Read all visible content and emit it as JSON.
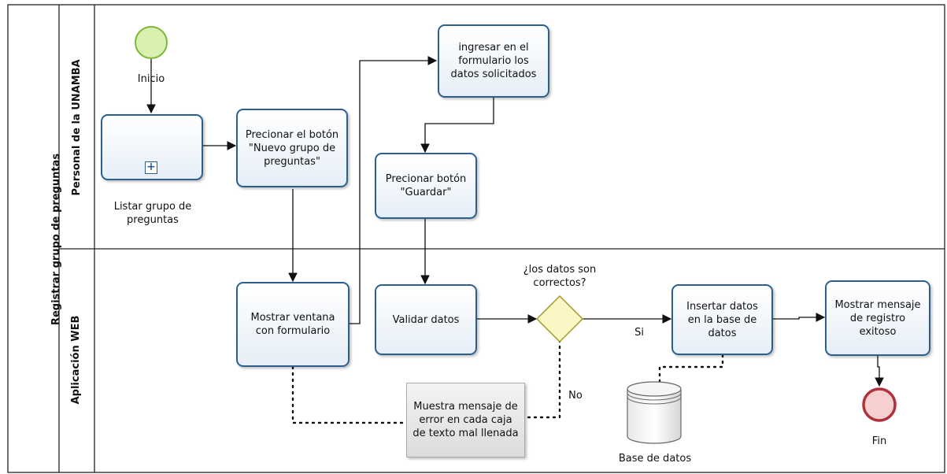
{
  "pool": {
    "label": "Registrar grupo de preguntas"
  },
  "lanes": [
    {
      "label": "Personal de la UNAMBA"
    },
    {
      "label": "Aplicación WEB"
    }
  ],
  "start_event": {
    "label": "Inicio"
  },
  "end_event": {
    "label": "Fin"
  },
  "tasks": {
    "listar": "Listar grupo de preguntas",
    "precionar_nuevo": "Precionar el botón  \"Nuevo grupo de preguntas\"",
    "ingresar": "ingresar en el formulario los datos solicitados",
    "precionar_guardar": "Precionar botón \"Guardar\"",
    "mostrar_ventana": "Mostrar ventana con formulario",
    "validar": "Validar datos",
    "insertar": "Insertar datos en la base de datos",
    "mostrar_mensaje": "Mostrar mensaje de registro exitoso"
  },
  "gateway": {
    "label": "¿los datos son correctos?"
  },
  "flow_labels": {
    "yes": "Si",
    "no": "No"
  },
  "annotation": {
    "text": "Muestra mensaje de error en cada caja de texto mal llenada"
  },
  "datastore": {
    "label": "Base de datos"
  },
  "colors": {
    "task_border": "#2c5f8e",
    "start_fill": "#d9f0b0",
    "start_stroke": "#7cb83a",
    "end_fill": "#f6d0d0",
    "end_stroke": "#b0313b",
    "gateway_fill": "#fbf7c4",
    "gateway_stroke": "#a39a2a"
  }
}
